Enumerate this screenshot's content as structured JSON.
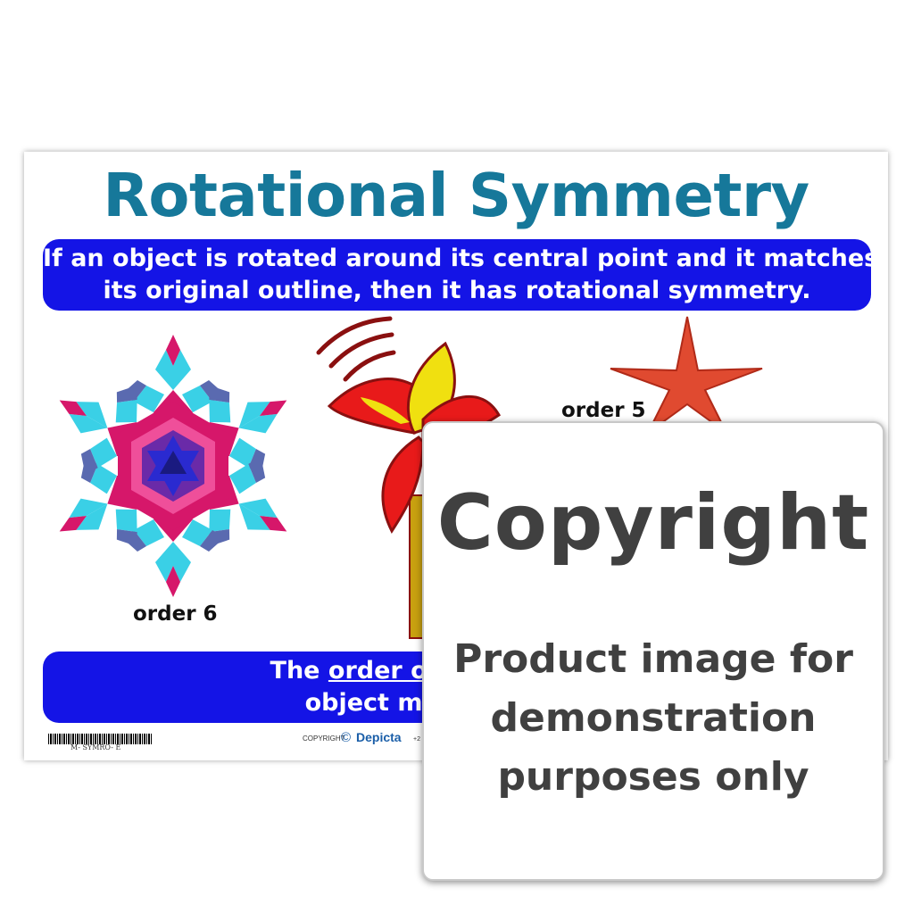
{
  "poster": {
    "title": "Rotational Symmetry",
    "definition_line1": "If an object is rotated around its central point and it matches",
    "definition_line2": "its original outline, then it has rotational symmetry.",
    "order_line1_pre": "The ",
    "order_line1_underlined": "order of rotational sym",
    "order_line2": "object matches its org",
    "label_star": "order 6",
    "label_starfish": "order 5",
    "barcode_text": "M- SYMRO- E",
    "footer_copyright": "COPYRIGHT",
    "footer_c": "©",
    "footer_brand": "Depicta",
    "footer_extra": "+2"
  },
  "overlay": {
    "heading": "Copyright",
    "line1": "Product image for",
    "line2": "demonstration",
    "line3": "purposes only"
  },
  "colors": {
    "title": "#16789a",
    "banner": "#1414e6",
    "overlay_text": "#404040"
  }
}
